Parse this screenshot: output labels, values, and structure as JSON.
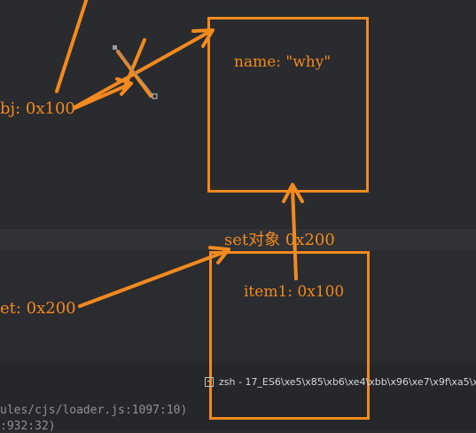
{
  "colors": {
    "annotation": "#f28a1e",
    "background": "#2a2b2f",
    "terminal_text": "#8f9196"
  },
  "diagram": {
    "top_cut_label": "",
    "object_box": {
      "property": "name: \"why\""
    },
    "obj_label": "bj: 0x100",
    "set_title": "set对象 0x200",
    "set_box": {
      "item": "item1: 0x100"
    },
    "set_label": "et: 0x200"
  },
  "terminal": {
    "tab_title": "zsh - 17_ES6\\xe5\\x85\\xb6\\xe4\\xbb\\x96\\xe7\\x9f\\xa5\\xe",
    "tab_icon": "terminal-icon",
    "lines": [
      "ules/cjs/loader.js:1097:10)",
      ":932:32)"
    ]
  }
}
